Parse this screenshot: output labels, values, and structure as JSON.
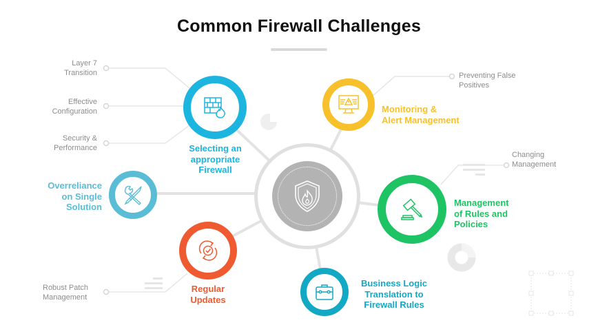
{
  "title": "Common Firewall Challenges",
  "center": {
    "icon": "shield-fire-icon",
    "color": "#b3b3b3"
  },
  "nodes": [
    {
      "id": "selecting",
      "label_lines": [
        "Selecting an",
        "appropriate",
        "Firewall"
      ],
      "color": "#1cb5e0",
      "icon": "brick-wall-fire-icon",
      "sub_items": [
        {
          "lines": [
            "Layer 7",
            "Transition"
          ]
        },
        {
          "lines": [
            "Effective",
            "Configuration"
          ]
        },
        {
          "lines": [
            "Security &",
            "Performance"
          ]
        }
      ]
    },
    {
      "id": "monitoring",
      "label_lines": [
        "Monitoring &",
        "Alert Management"
      ],
      "color": "#f8c12c",
      "icon": "monitor-alert-icon",
      "sub_items": [
        {
          "lines": [
            "Preventing False",
            "Positives"
          ]
        }
      ]
    },
    {
      "id": "rules",
      "label_lines": [
        "Management",
        "of Rules and",
        "Policies"
      ],
      "color": "#1ec463",
      "icon": "gavel-icon",
      "sub_items": [
        {
          "lines": [
            "Changing",
            "Management"
          ]
        }
      ]
    },
    {
      "id": "business",
      "label_lines": [
        "Business Logic",
        "Translation to",
        "Firewall Rules"
      ],
      "color": "#13a8c4",
      "icon": "briefcase-icon",
      "sub_items": []
    },
    {
      "id": "updates",
      "label_lines": [
        "Regular",
        "Updates"
      ],
      "color": "#f05a30",
      "icon": "refresh-check-icon",
      "sub_items": [
        {
          "lines": [
            "Robust Patch",
            "Management"
          ]
        }
      ]
    },
    {
      "id": "overreliance",
      "label_lines": [
        "Overreliance",
        "on Single",
        "Solution"
      ],
      "color": "#5bbcd6",
      "icon": "tools-icon",
      "sub_items": []
    }
  ]
}
